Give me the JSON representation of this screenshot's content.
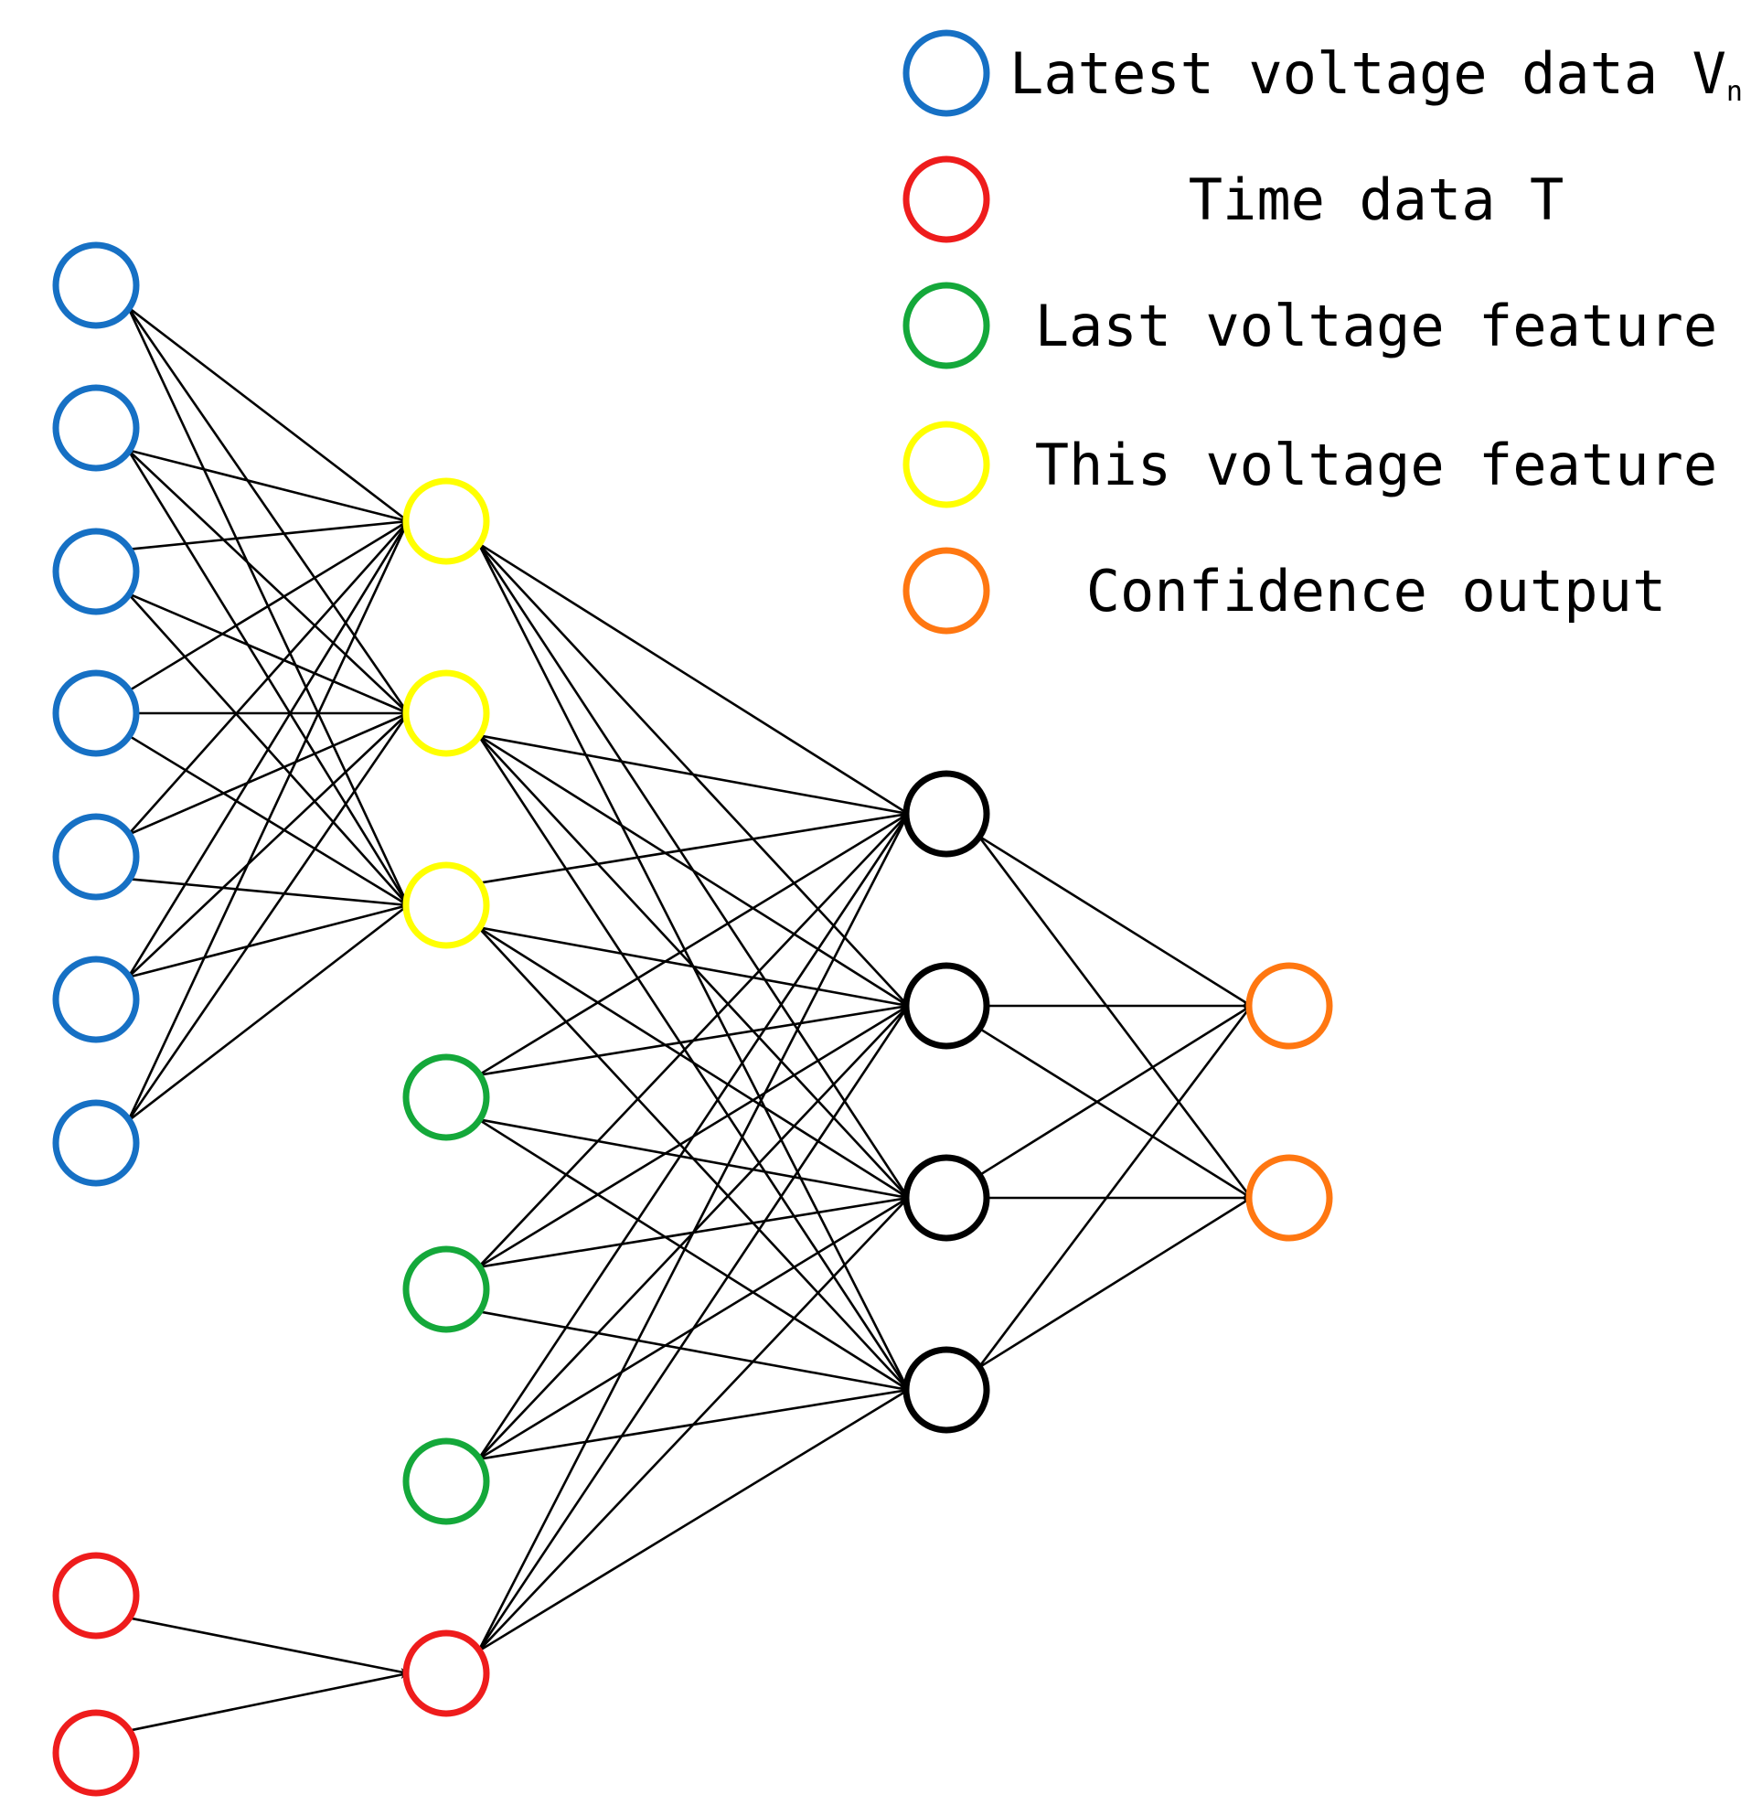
{
  "colors": {
    "latest_voltage": "#1670c4",
    "time": "#ee1c1c",
    "last_feature": "#14a83a",
    "this_feature": "#ffff00",
    "confidence": "#ff7711",
    "hidden": "#000000",
    "edge": "#000000"
  },
  "legend": [
    {
      "key": "latest_voltage",
      "label": "Latest voltage data V",
      "subscript": "n"
    },
    {
      "key": "time",
      "label": "Time data T",
      "subscript": ""
    },
    {
      "key": "last_feature",
      "label": "Last voltage feature",
      "subscript": ""
    },
    {
      "key": "this_feature",
      "label": "This voltage feature",
      "subscript": ""
    },
    {
      "key": "confidence",
      "label": "Confidence output",
      "subscript": ""
    }
  ],
  "network": {
    "layer1": [
      "latest_voltage",
      "latest_voltage",
      "latest_voltage",
      "latest_voltage",
      "latest_voltage",
      "latest_voltage",
      "latest_voltage",
      "time",
      "time"
    ],
    "layer2": [
      "this_feature",
      "this_feature",
      "this_feature",
      "last_feature",
      "last_feature",
      "last_feature",
      "time"
    ],
    "layer3": [
      "hidden",
      "hidden",
      "hidden",
      "hidden"
    ],
    "layer4": [
      "confidence",
      "confidence"
    ]
  }
}
